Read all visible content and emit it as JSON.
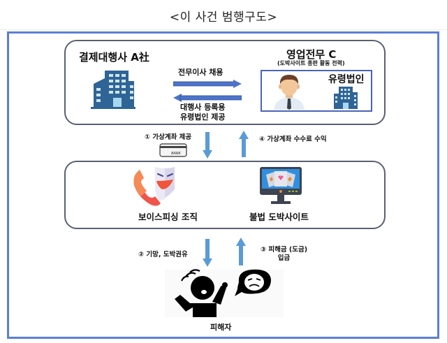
{
  "title": "<이 사건 범행구도>",
  "top_box": {
    "company_a": "결제대행사 A社",
    "sales_c": {
      "name": "영업전무 C",
      "note": "(도박사이트 총판 활동 전력)",
      "shell_company": "유령법인"
    },
    "arrow_right_label": "전무이사 채용",
    "arrow_left_label_line1": "대행사 등록용",
    "arrow_left_label_line2": "유령법인 제공"
  },
  "flows": {
    "step1": "① 가상계좌 제공",
    "step1_card_text": "BANK",
    "step4": "④ 가상계좌 수수료 수익",
    "step2": "② 기망, 도박권유",
    "step3_line1": "③ 피해금 (도금)",
    "step3_line2": "입금"
  },
  "middle_box": {
    "voice_phishing": "보이스피싱 조직",
    "illegal_gambling": "불법 도박사이트"
  },
  "victim": "피해자",
  "colors": {
    "frame_blue": "#5b7fd6",
    "box_border": "#5a6072",
    "arrow_blue": "#4d74c9",
    "vertical_arrow_blue": "#5b9bd5",
    "building_blue": "#2f6496",
    "building_window": "#a8d8f0",
    "phone_red": "#f0544a",
    "mask_purple": "#d9d6ec",
    "monitor_blue": "#2f8fe0",
    "monitor_frame": "#3d4450"
  }
}
